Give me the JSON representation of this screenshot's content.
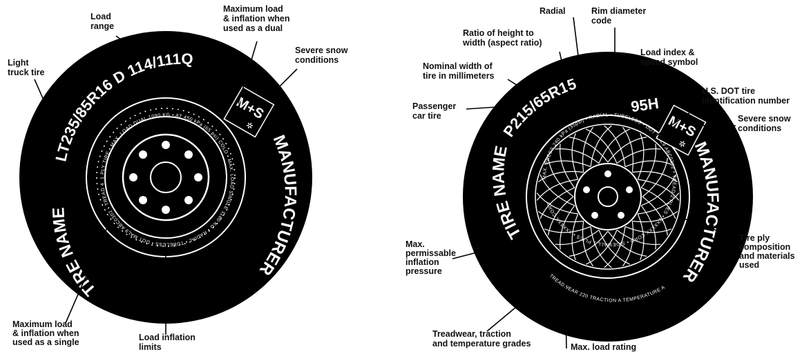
{
  "left_tire": {
    "size_code": "LT235/85R16 D 114/111Q",
    "mud_snow": "M+S",
    "tire_name": "TIRE NAME",
    "manufacturer": "MANUFACTURER",
    "sidewall_text": "1 PLY TIRE • MAX. LOAD DUAL 1090 KG • AT 450 kPa (65 psi) COLD • MAX. LOAD SINGLE 1180 KG • RADIAL • TUBELESS • DOT MAL9 ABC0302 • TREAD 4 PLIES • SIDEWALL 2 PLIES • LOAD RANGE D • LOAD SINGLE • LOAD DUAL",
    "labels": {
      "load_range": [
        "Load",
        "range"
      ],
      "max_dual": [
        "Maximum load",
        "& inflation when",
        "used as a dual"
      ],
      "light_truck": [
        "Light",
        "truck tire"
      ],
      "severe_snow": [
        "Severe snow",
        "conditions"
      ],
      "max_single": [
        "Maximum load",
        "& inflation when",
        "used as a single"
      ],
      "load_inflation": [
        "Load inflation",
        "limits"
      ]
    }
  },
  "right_tire": {
    "size_code": "P215/65R15",
    "load_speed": "95H",
    "mud_snow": "M+S",
    "tire_name": "TIRE NAME",
    "manufacturer": "MANUFACTURER",
    "sidewall_text": "MAX. PRESS 240 kPa (35psi) • RADIAL • TUBELESS • DOT MAL9 ABC0302 • TREAD 2 PLIES • 2XXXXX CORD • SIDEWALL 1 PLIES • XXXXXX CORD",
    "treadwear_text": "TREADWEAR 220 TRACTION A TEMPERATURE A",
    "max_load_text": "MAX. LOAD 690 kg (1521 lbs)",
    "labels": {
      "radial": [
        "Radial"
      ],
      "rim_diameter": [
        "Rim diameter",
        "code"
      ],
      "aspect_ratio": [
        "Ratio of height to",
        "width (aspect ratio)"
      ],
      "load_index": [
        "Load index &",
        "speed symbol"
      ],
      "nominal_width": [
        "Nominal width of",
        "tire in millimeters"
      ],
      "dot_id": [
        "U.S. DOT tire",
        "identification number"
      ],
      "passenger": [
        "Passenger",
        "car tire"
      ],
      "severe_snow": [
        "Severe snow",
        "conditions"
      ],
      "max_inflation": [
        "Max.",
        "permissable",
        "inflation",
        "pressure"
      ],
      "ply": [
        "Tire ply",
        "composition",
        "and materials",
        "used"
      ],
      "treadwear": [
        "Treadwear, traction",
        "and temperature grades"
      ],
      "max_load": [
        "Max. load rating"
      ]
    }
  }
}
